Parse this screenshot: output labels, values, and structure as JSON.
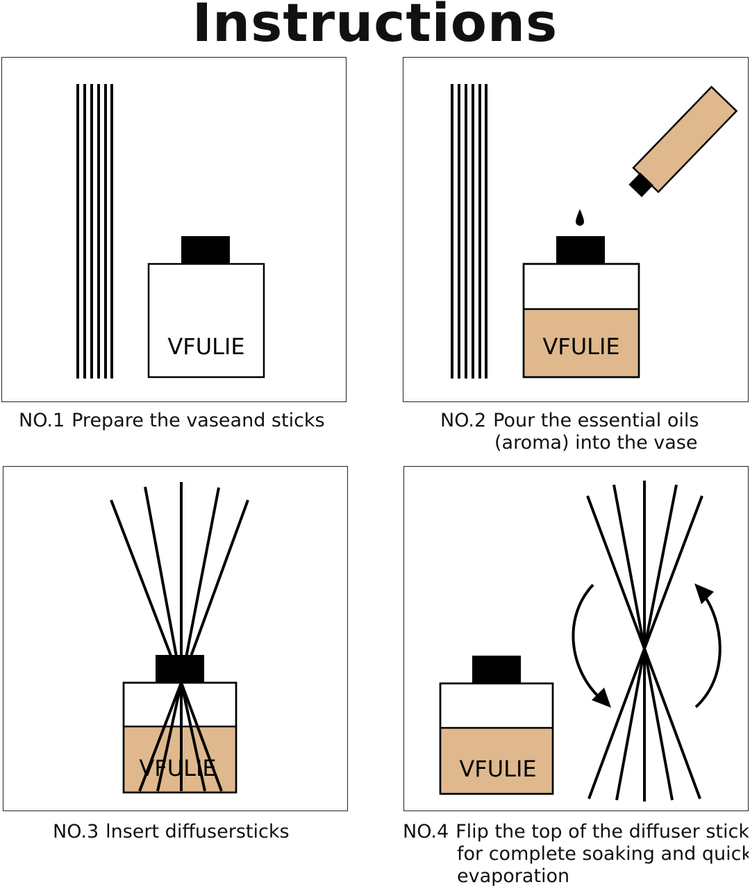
{
  "title": "Instructions",
  "brand": "VFULIE",
  "colors": {
    "oil": "#dfb98d",
    "stroke": "#000000"
  },
  "steps": [
    {
      "num": "NO.1",
      "text": "Prepare the vaseand sticks",
      "cont": ""
    },
    {
      "num": "NO.2",
      "text": "Pour the essential oils",
      "cont": "(aroma) into the vase"
    },
    {
      "num": "NO.3",
      "text": "lnsert diffusersticks",
      "cont": ""
    },
    {
      "num": "NO.4",
      "text": "Flip the top of the diffuser stick",
      "cont": "for complete soaking and quick",
      "cont2": "evaporation"
    }
  ]
}
